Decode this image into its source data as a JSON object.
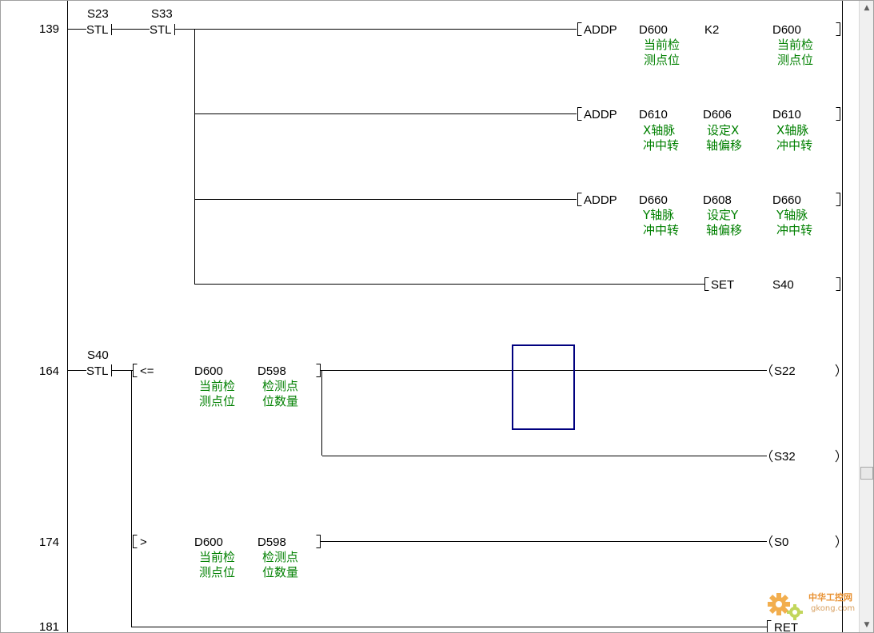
{
  "rungs": [
    {
      "step": "139",
      "contacts": [
        "S23",
        "S33"
      ],
      "contact_type": "STL",
      "instructions": [
        {
          "op": "ADDP",
          "operands": [
            {
              "dev": "D600",
              "comment": [
                "当前检",
                "测点位"
              ]
            },
            {
              "dev": "K2",
              "comment": []
            },
            {
              "dev": "D600",
              "comment": [
                "当前检",
                "测点位"
              ]
            }
          ]
        },
        {
          "op": "ADDP",
          "operands": [
            {
              "dev": "D610",
              "comment": [
                "X轴脉",
                "冲中转"
              ]
            },
            {
              "dev": "D606",
              "comment": [
                "设定X",
                "轴偏移"
              ]
            },
            {
              "dev": "D610",
              "comment": [
                "X轴脉",
                "冲中转"
              ]
            }
          ]
        },
        {
          "op": "ADDP",
          "operands": [
            {
              "dev": "D660",
              "comment": [
                "Y轴脉",
                "冲中转"
              ]
            },
            {
              "dev": "D608",
              "comment": [
                "设定Y",
                "轴偏移"
              ]
            },
            {
              "dev": "D660",
              "comment": [
                "Y轴脉",
                "冲中转"
              ]
            }
          ]
        },
        {
          "op": "SET",
          "operands": [
            {
              "dev": "S40",
              "comment": []
            }
          ]
        }
      ]
    },
    {
      "step": "164",
      "contacts": [
        "S40"
      ],
      "contact_type": "STL",
      "compare": {
        "op": "<=",
        "a": "D600",
        "a_comment": [
          "当前检",
          "测点位"
        ],
        "b": "D598",
        "b_comment": [
          "检测点",
          "位数量"
        ]
      },
      "coils": [
        "S22",
        "S32"
      ]
    },
    {
      "step": "174",
      "compare": {
        "op": ">",
        "a": "D600",
        "a_comment": [
          "当前检",
          "测点位"
        ],
        "b": "D598",
        "b_comment": [
          "检测点",
          "位数量"
        ]
      },
      "coils": [
        "S0"
      ]
    },
    {
      "step": "181",
      "end_instr": "RET"
    }
  ],
  "scrollbar": {
    "up": "▲",
    "down": "▼"
  },
  "watermark": {
    "text": "中华工控网",
    "url": "gkong.com"
  }
}
